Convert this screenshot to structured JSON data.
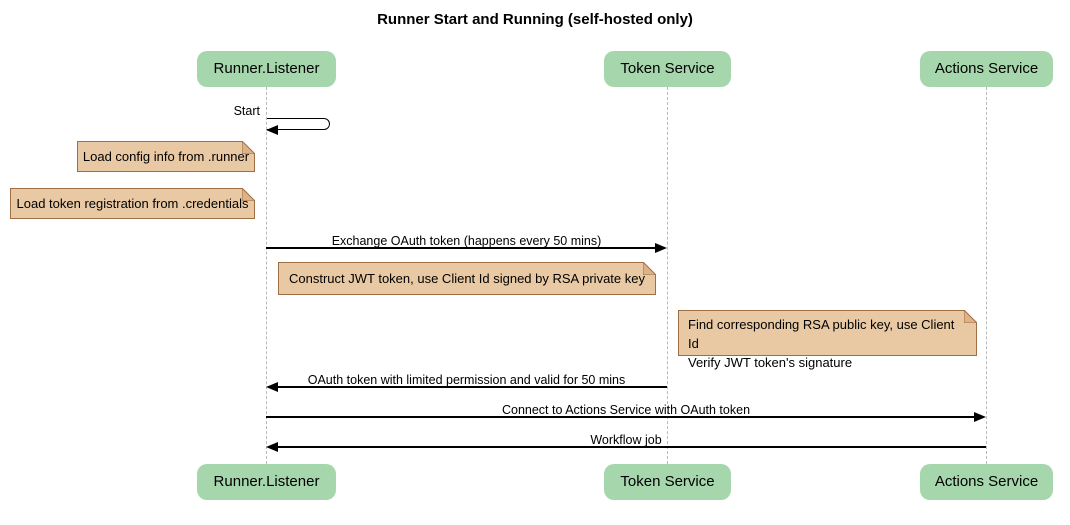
{
  "title": "Runner Start and Running (self-hosted only)",
  "participants": [
    {
      "label": "Runner.Listener"
    },
    {
      "label": "Token Service"
    },
    {
      "label": "Actions Service"
    }
  ],
  "messages": [
    {
      "label": "Start",
      "from": "Runner.Listener",
      "to": "Runner.Listener",
      "kind": "self"
    },
    {
      "label": "Exchange OAuth token (happens every 50 mins)",
      "from": "Runner.Listener",
      "to": "Token Service",
      "kind": "arrow"
    },
    {
      "label": "OAuth token with limited permission and valid for 50 mins",
      "from": "Token Service",
      "to": "Runner.Listener",
      "kind": "arrow"
    },
    {
      "label": "Connect to Actions Service with OAuth token",
      "from": "Runner.Listener",
      "to": "Actions Service",
      "kind": "arrow"
    },
    {
      "label": "Workflow job",
      "from": "Actions Service",
      "to": "Runner.Listener",
      "kind": "arrow"
    }
  ],
  "notes": [
    {
      "position": "left of Runner.Listener",
      "lines": [
        "Load config info from .runner"
      ]
    },
    {
      "position": "left of Runner.Listener",
      "lines": [
        "Load token registration from .credentials"
      ]
    },
    {
      "position": "between Runner.Listener and Token Service",
      "lines": [
        "Construct JWT token, use Client Id signed by RSA private key"
      ]
    },
    {
      "position": "between Token Service and Actions Service",
      "lines": [
        "Find corresponding RSA public key, use Client Id",
        "Verify JWT token's signature"
      ]
    }
  ],
  "colors": {
    "participant-fill": "#A6D7AC",
    "note-fill": "#E9C9A3",
    "note-border": "#9E6F44",
    "note-fold": "#DCB286",
    "lifeline": "#B9B9B9",
    "arrow": "#000000",
    "text": "#000000",
    "background": "#FFFFFF"
  }
}
